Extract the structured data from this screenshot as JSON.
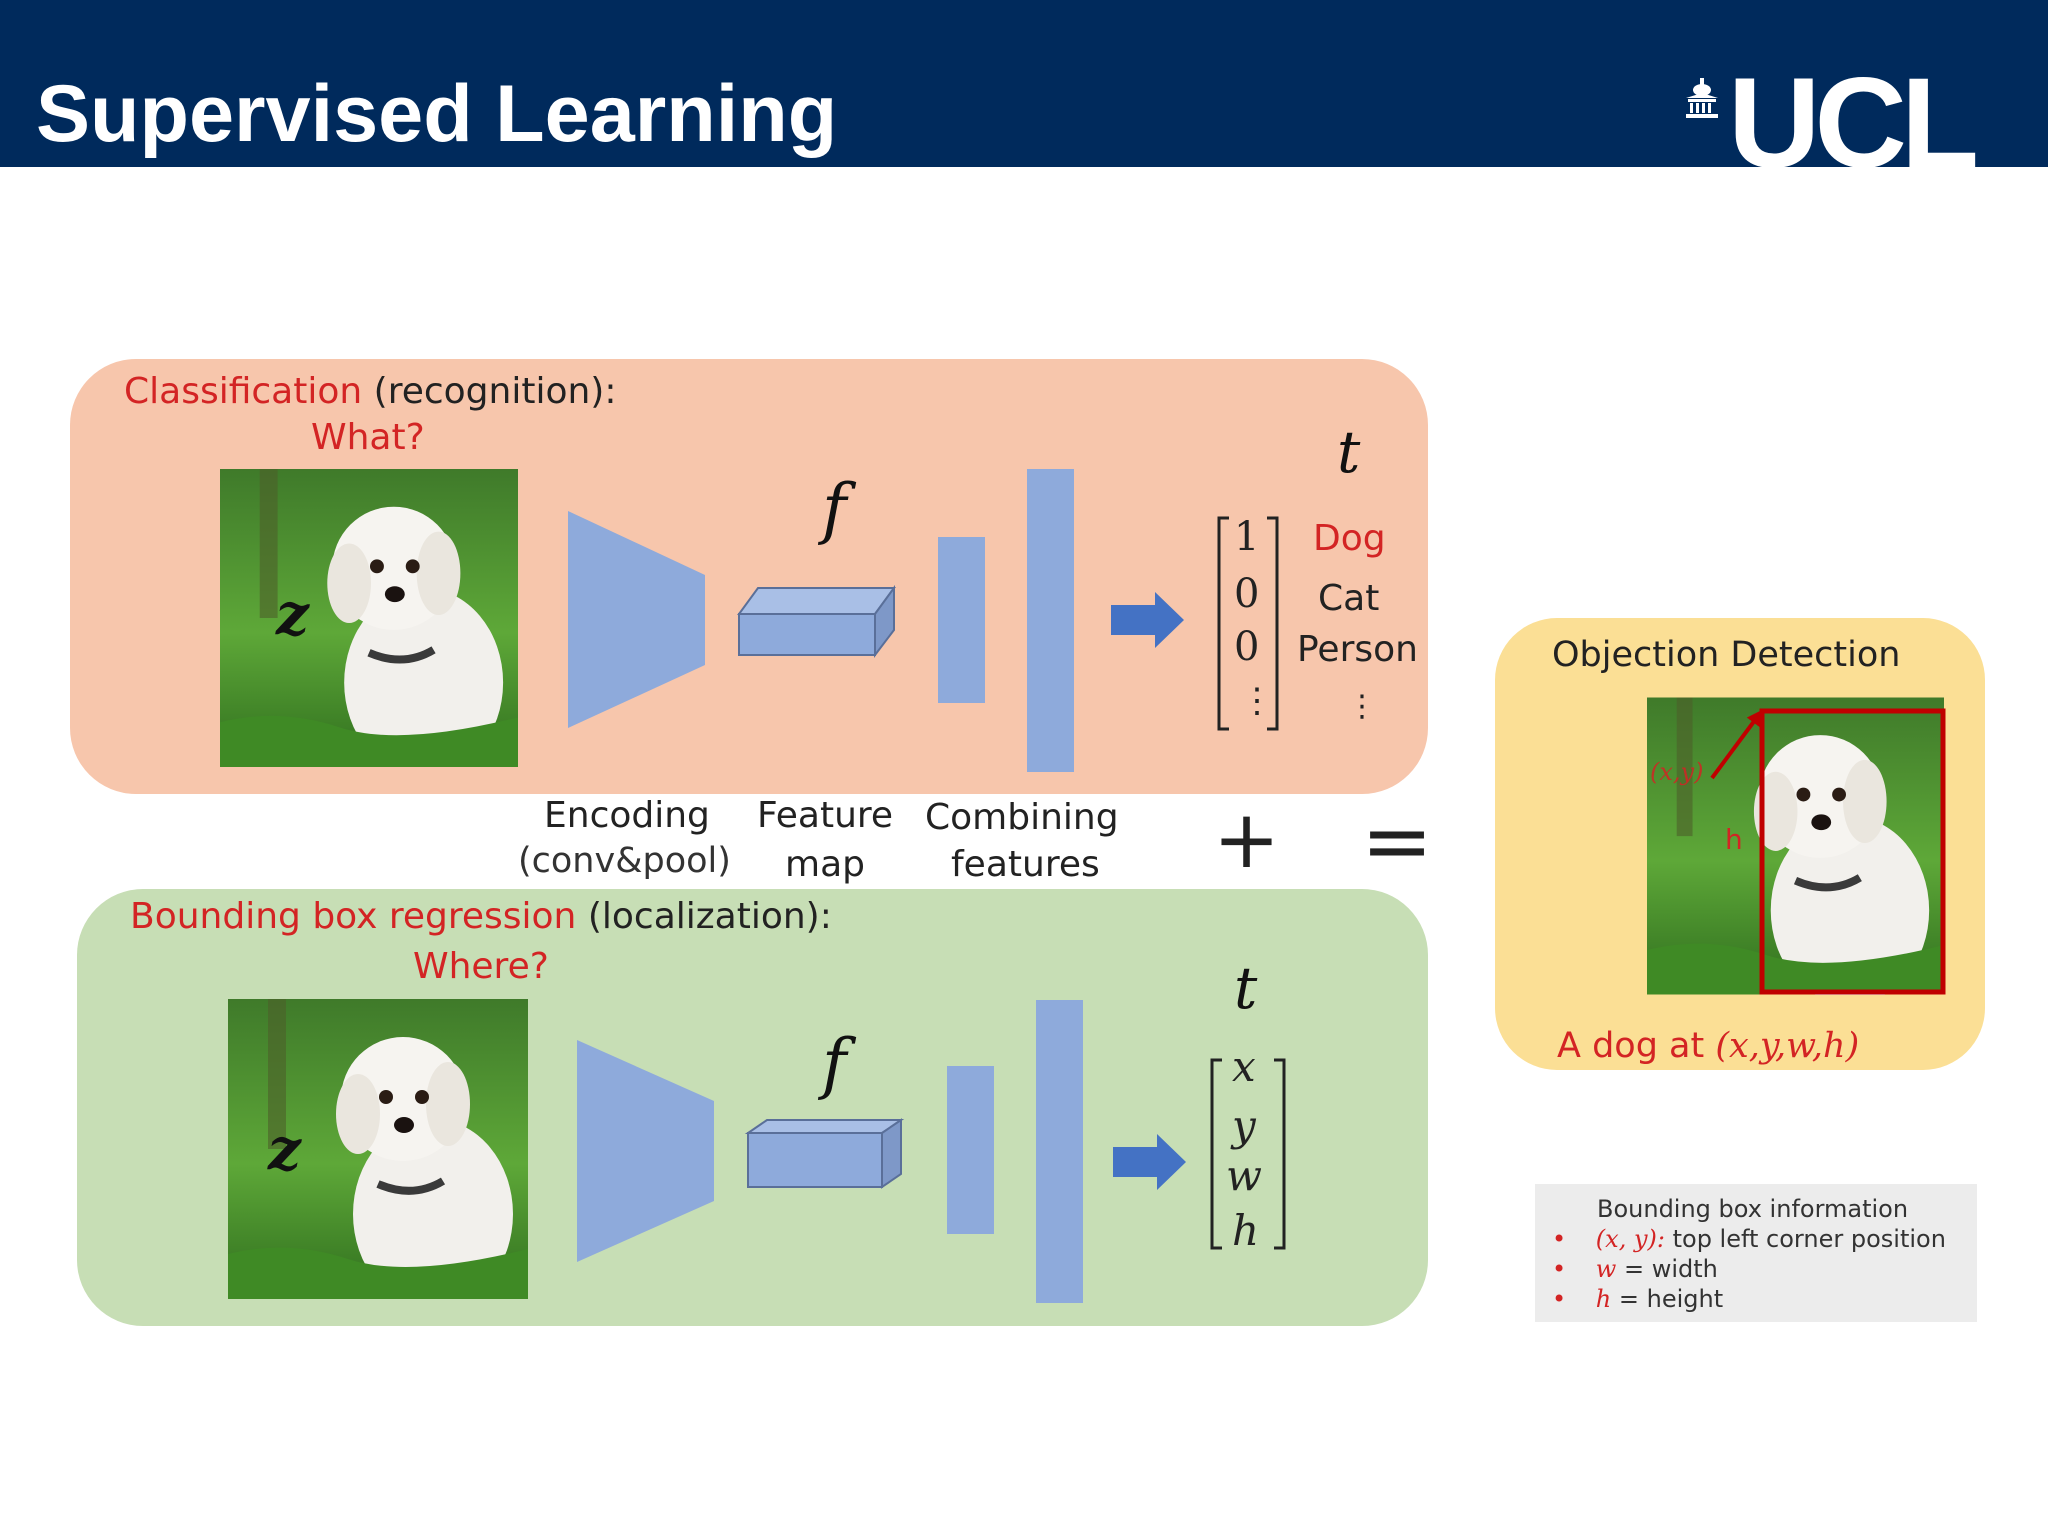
{
  "slide": {
    "title": "Supervised Learning",
    "logo_text": "UCL"
  },
  "classification": {
    "title_red": "Classification",
    "title_black": "(recognition):",
    "question": "What?",
    "input_label": "z",
    "feature_label": "f",
    "output_label": "t",
    "vector": [
      "1",
      "0",
      "0",
      "⋮"
    ],
    "classes": [
      "Dog",
      "Cat",
      "Person",
      "⋮"
    ]
  },
  "stages": {
    "encoding": "Encoding",
    "encoding_sub": "(conv&pool)",
    "feature_map_1": "Feature",
    "feature_map_2": "map",
    "combining_1": "Combining",
    "combining_2": "features",
    "plus": "+",
    "equals": "="
  },
  "regression": {
    "title_red": "Bounding box regression",
    "title_black": "(localization):",
    "question": "Where?",
    "input_label": "z",
    "feature_label": "f",
    "output_label": "t",
    "vector": [
      "x",
      "y",
      "w",
      "h"
    ]
  },
  "detection": {
    "title": "Objection Detection",
    "corner_label": "(x,y)",
    "h_label": "h",
    "caption_text": "A dog at ",
    "caption_math": "(x,y,w,h)"
  },
  "legend": {
    "title": "Bounding box information",
    "items": [
      {
        "math": "(x, y):",
        "text": " top left corner position"
      },
      {
        "math": "w",
        "text": " = width"
      },
      {
        "math": "h",
        "text": " = height"
      }
    ],
    "bullet": "•"
  },
  "colors": {
    "header": "#002a5c",
    "classification_panel": "#f7c6ac",
    "regression_panel": "#c7deb5",
    "detection_panel": "#fbdf95",
    "block_blue": "#8eaadb",
    "arrow_blue": "#4472c4",
    "accent_red": "#d32424"
  }
}
